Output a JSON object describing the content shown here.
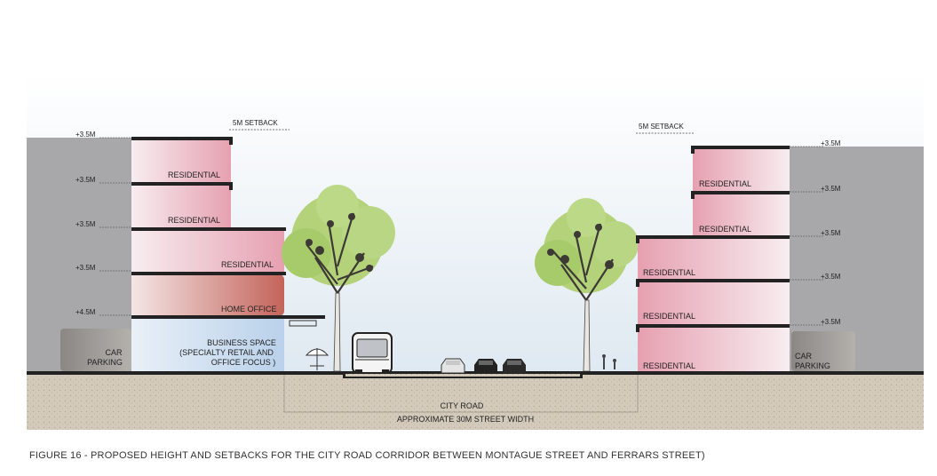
{
  "caption": "FIGURE 16 - PROPOSED HEIGHT AND SETBACKS FOR THE CITY ROAD CORRIDOR BETWEEN MONTAGUE STREET AND FERRARS STREET)",
  "setback": "5M SETBACK",
  "left": {
    "dims": [
      "+3.5M",
      "+3.5M",
      "+3.5M",
      "+3.5M",
      "+4.5M"
    ],
    "residential": "RESIDENTIAL",
    "home_office": "HOME OFFICE",
    "business_1": "BUSINESS SPACE",
    "business_2": "(SPECIALTY RETAIL AND",
    "business_3": "OFFICE FOCUS )",
    "car_1": "CAR",
    "car_2": "PARKING"
  },
  "right": {
    "dims": [
      "+3.5M",
      "+3.5M",
      "+3.5M",
      "+3.5M",
      "+3.5M"
    ],
    "residential": "RESIDENTIAL",
    "car_1": "CAR",
    "car_2": "PARKING"
  },
  "road": {
    "name": "CITY ROAD",
    "width": "APPROXIMATE 30M STREET WIDTH"
  },
  "colors": {
    "sky": "#e6eef4",
    "residential": "#e8a9b6",
    "home_office": "#c96a60",
    "business": "#c3d7ec",
    "ground": "#cfc3b3",
    "existing": "#a9a9ab",
    "tree": "#aacd6e"
  }
}
